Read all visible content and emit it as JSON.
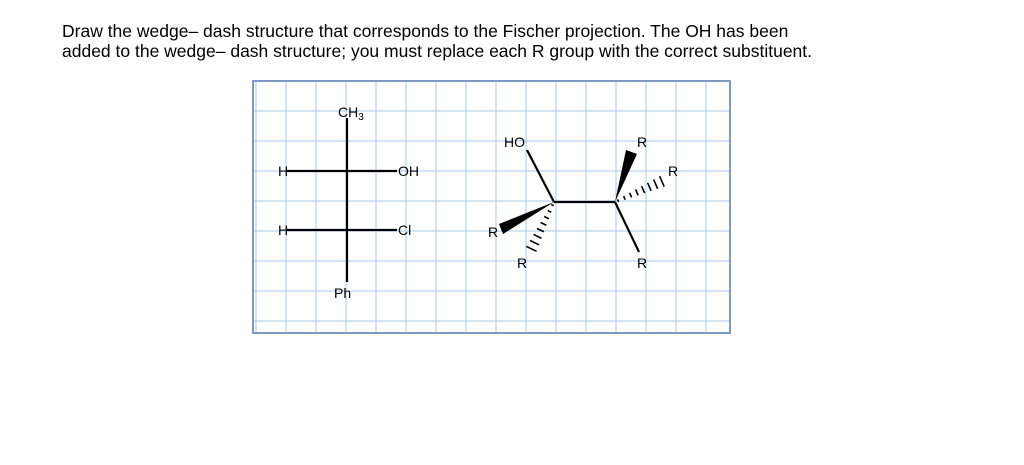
{
  "instructions": {
    "line1": "Draw the wedge– dash structure that corresponds to the Fischer projection.  The OH has been",
    "line2": "added to the wedge– dash structure; you must replace each R group with the correct substituent."
  },
  "fischer": {
    "top": "CH",
    "top_subscript": "3",
    "left_upper": "H",
    "right_upper": "OH",
    "left_lower": "H",
    "right_lower": "Cl",
    "bottom": "Ph"
  },
  "wedge_dash": {
    "c1_upper": "HO",
    "c1_wedge": "R",
    "c1_dash": "R",
    "c2_upper": "R",
    "c2_dash": "R",
    "c2_lower": "R"
  },
  "colors": {
    "grid_line": "#a9c8ec",
    "grid_border": "#7a9cc4",
    "bond": "#000000"
  }
}
